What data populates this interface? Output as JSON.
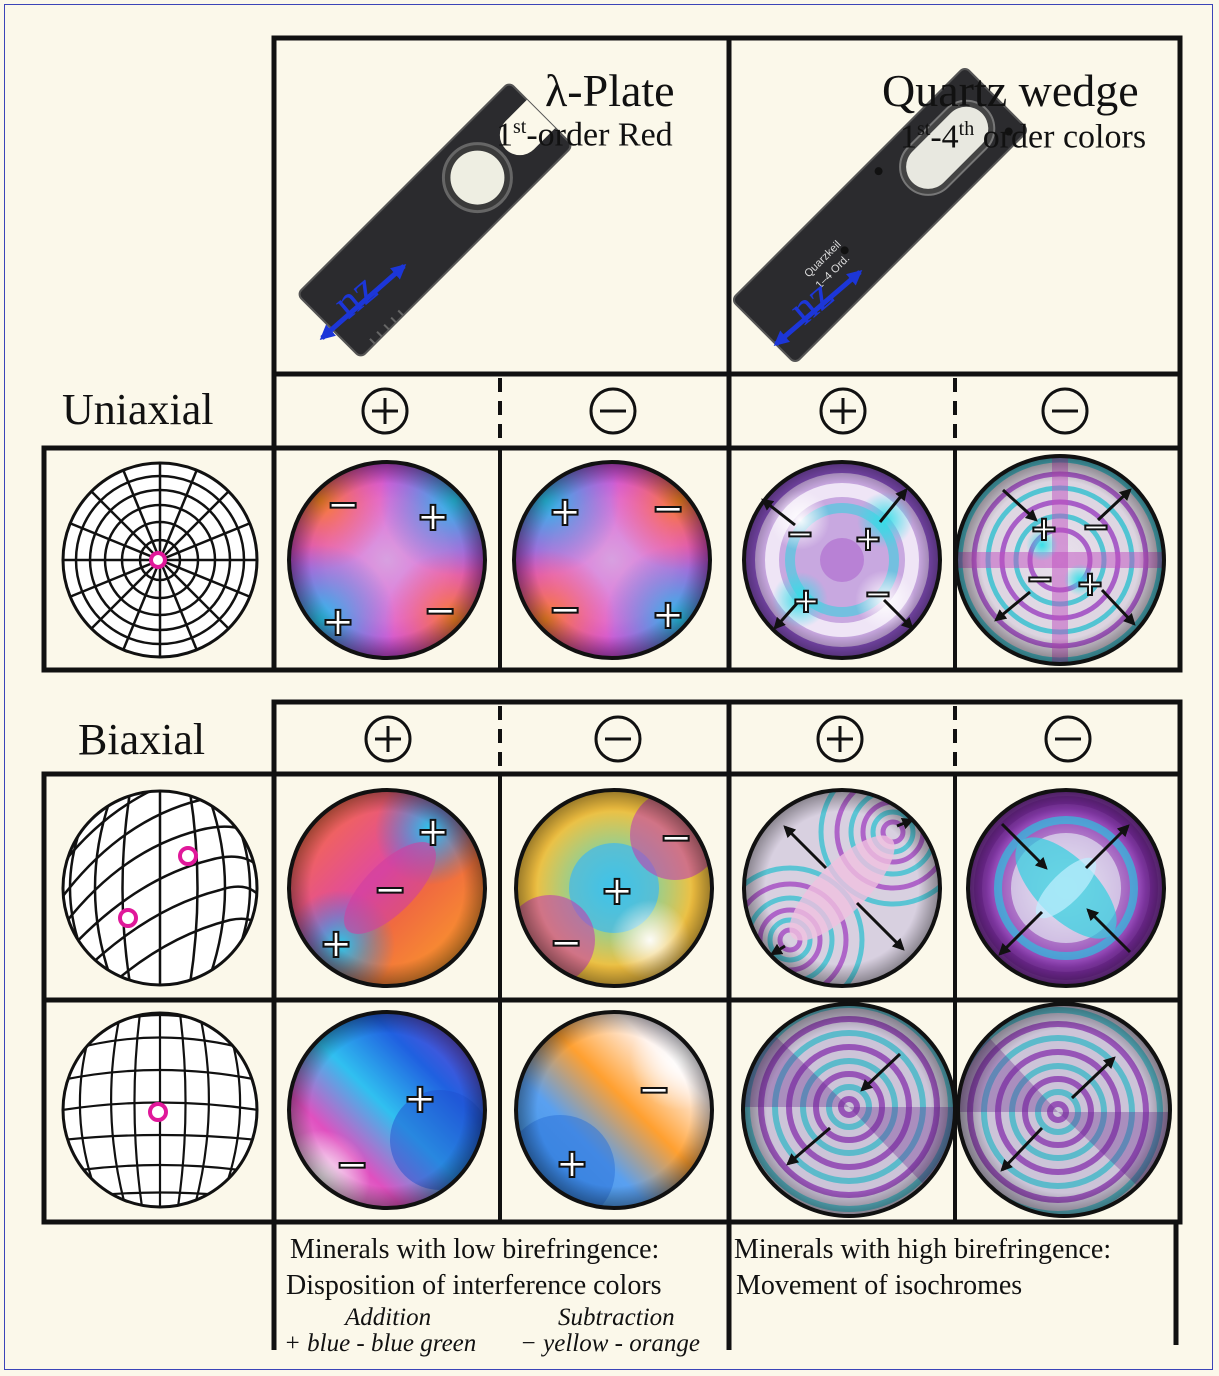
{
  "lambda_plate": {
    "title": "λ-Plate",
    "subtitle_pre": "1",
    "subtitle_sup": "st",
    "subtitle_post": "-order Red",
    "axis_label": "nz"
  },
  "quartz_wedge": {
    "title": "Quartz  wedge",
    "sub_pre": "1",
    "sub_sup1": "st",
    "sub_mid": "-4",
    "sub_sup2": "th",
    "sub_post": " order colors",
    "axis_label": "nz",
    "engraving_line1": "Quarzkeil",
    "engraving_line2": "1–4 Ord."
  },
  "uniaxial": {
    "label": "Uniaxial"
  },
  "biaxial": {
    "label": "Biaxial"
  },
  "signs": {
    "positive": "+",
    "negative": "−"
  },
  "captions": {
    "low_line1": "Minerals with low birefringence:",
    "low_line2": "Disposition of interference colors",
    "addition_heading": "Addition",
    "subtraction_heading": "Subtraction",
    "addition_text": "+ blue - blue green",
    "subtraction_text": "− yellow - orange",
    "high_line1": "Minerals with high birefringence:",
    "high_line2": "Movement of isochromes"
  },
  "colors": {
    "optic_axis_marker": "#e0189a",
    "direction_arrow": "#1c36d8",
    "frame_border": "#3b44b8",
    "background": "#fbf8ea"
  }
}
